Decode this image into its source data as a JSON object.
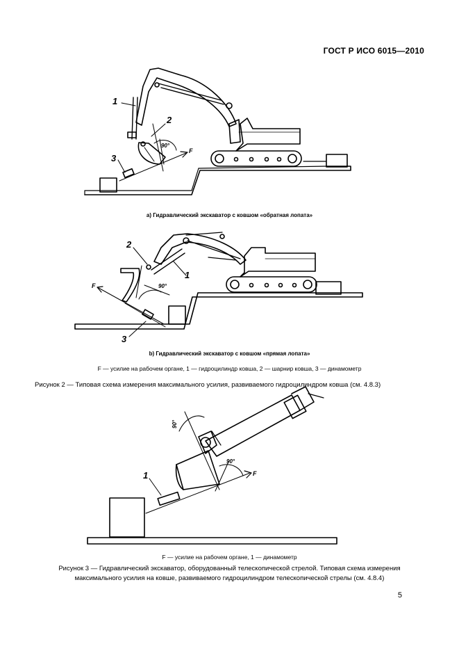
{
  "header": {
    "standard_code": "ГОСТ Р ИСО 6015—2010"
  },
  "figure2": {
    "part_a": {
      "label_1": "1",
      "label_2": "2",
      "label_3": "3",
      "force": "F",
      "angle": "90°",
      "caption": "a) Гидравлический экскаватор с ковшом «обратная лопата»"
    },
    "part_b": {
      "label_1": "1",
      "label_2": "2",
      "label_3": "3",
      "force": "F",
      "angle": "90°",
      "caption": "b) Гидравлический экскаватор с ковшом «прямая лопата»"
    },
    "legend": "F — усилие на рабочем органе, 1 — гидроцилиндр ковша, 2 — шарнир ковша, 3 — динамометр",
    "title": "Рисунок 2 — Типовая схема измерения максимального усилия, развиваемого гидроцилиндром ковша (см. 4.8.3)"
  },
  "figure3": {
    "label_1": "1",
    "force": "F",
    "angle_a": "90°",
    "angle_b": "90°",
    "legend": "F — усилие на рабочем органе, 1 — динамометр",
    "title_line1": "Рисунок 3 — Гидравлический экскаватор, оборудованный телескопической стрелой. Типовая схема измерения",
    "title_line2": "максимального усилия на ковше, развиваемого гидроцилиндром телескопической стрелы (см. 4.8.4)"
  },
  "page": {
    "number": "5"
  }
}
